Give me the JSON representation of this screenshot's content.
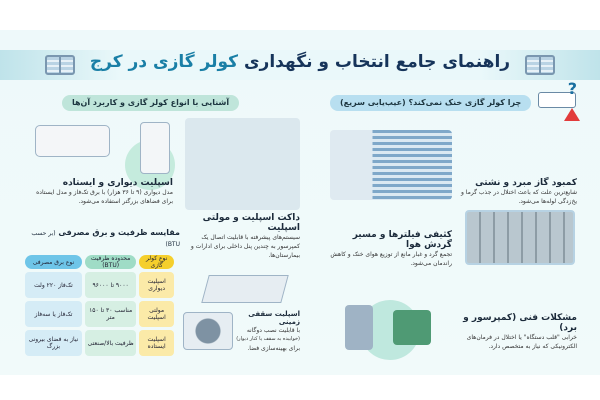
{
  "title": {
    "main": "راهنمای جامع انتخاب و نگهداری",
    "accent": "کولر گازی در کرج"
  },
  "troubleshoot": {
    "heading": "چرا کولر گازی خنک نمی‌کند؟ (عیب‌یابی سریع)",
    "items": [
      {
        "title": "کمبود گاز مبرد و نشتی",
        "text": "شایع‌ترین علت که باعث اختلال در جذب گرما و یخ‌زدگی لوله‌ها می‌شود."
      },
      {
        "title": "کثیفی فیلترها و مسیر گردش هوا",
        "text": "تجمع گرد و غبار مانع از توزیع هوای خنک و کاهش راندمان می‌شود."
      },
      {
        "title": "مشکلات فنی (کمپرسور و برد)",
        "text": "خرابی \"قلب دستگاه\" یا اختلال در فرمان‌های الکترونیکی که نیاز به متخصص دارد."
      }
    ]
  },
  "types": {
    "heading": "آشنایی با انواع کولر گازی و کاربرد آن‌ها",
    "wall": {
      "title": "اسپلیت دیواری و ایستاده",
      "text": "مدل دیواری (۹ تا ۳۶ هزار) با برق تک‌فاز و مدل ایستاده برای فضاهای بزرگتر استفاده می‌شود."
    },
    "duct": {
      "title": "داکت اسپلیت و مولتی اسپلیت",
      "text": "سیستم‌های پیشرفته با قابلیت اتصال یک کمپرسور به چندین پنل داخلی برای ادارات و بیمارستان‌ها."
    },
    "ceiling": {
      "title": "اسپلیت سقفی زمینی",
      "text": "با قابلیت نصب دوگانه",
      "note": "(خوابیده به سقف یا کنار دیوار)",
      "text2": "برای بهینه‌سازی فضا."
    }
  },
  "comparison": {
    "title": "مقایسه ظرفیت و برق مصرفی",
    "title_note": "(بر حسب BTU)",
    "headers": [
      "نوع کولر گازی",
      "محدوده ظرفیت (BTU)",
      "نوع برق مصرفی"
    ],
    "rows": [
      [
        "اسپلیت دیواری",
        "۹۰۰۰ تا ۹۶۰۰۰",
        "تک‌فاز ۲۲۰ ولت"
      ],
      [
        "مولتی اسپلیت",
        "مناسب ۳۰ تا ۱۵۰ متر",
        "تک‌فاز یا سه‌فاز"
      ],
      [
        "اسپلیت ایستاده",
        "ظرفیت بالا/صنعتی",
        "نیاز به فضای بیرونی بزرگ"
      ]
    ]
  },
  "colors": {
    "title": "#16345a",
    "accent": "#1a7fa6",
    "pill_green": "#bfe5da",
    "pill_blue": "#b8dff0",
    "warning": "#e23b3b"
  }
}
